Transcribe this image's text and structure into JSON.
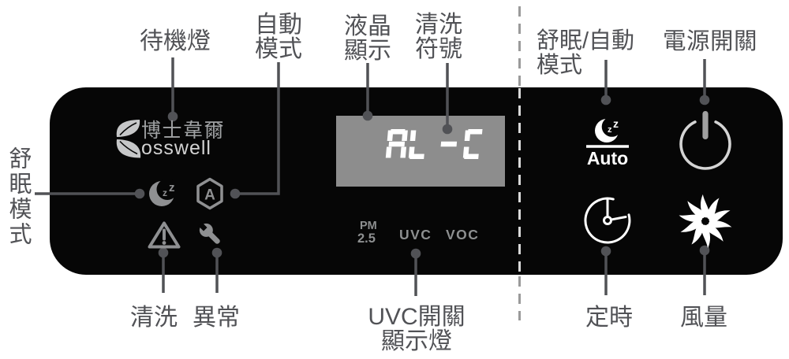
{
  "panel": {
    "brand_cn": "博士韋爾",
    "brand_en": "osswell",
    "display_value": "AL-C",
    "pm_label": "PM",
    "pm_value": "2.5",
    "uvc_label": "UVC",
    "voc_label": "VOC",
    "auto_label": "Auto",
    "auto_icon_letter": "A",
    "sleep_z": "z"
  },
  "callouts": {
    "standby_light": "待機燈",
    "auto_mode_l1": "自動",
    "auto_mode_l2": "模式",
    "lcd_l1": "液晶",
    "lcd_l2": "顯示",
    "clean_symbol_l1": "清洗",
    "clean_symbol_l2": "符號",
    "sleep_auto_l1": "舒眠/自動",
    "sleep_auto_l2": "模式",
    "power_switch": "電源開關",
    "sleep_mode_vertical": "舒眠模式",
    "clean": "清洗",
    "abnormal": "異常",
    "uvc_indicator_l1": "UVC開關",
    "uvc_indicator_l2": "顯示燈",
    "timer": "定時",
    "fan": "風量"
  },
  "icons": {
    "logo": "leaf-b",
    "sleep_mode": "moon-zz",
    "auto_mode": "hexagon-a",
    "abnormal": "warning-triangle",
    "clean": "wrench",
    "sleep_auto_button": "moon-zz-auto",
    "power_button": "power-symbol",
    "timer_button": "clock",
    "fan_button": "fan-blades"
  },
  "colors": {
    "label": "#515256",
    "panel_bg": "#060606",
    "lcd_bg": "#8d8d8d",
    "digit": "#ffffff",
    "icon_gray": "#8f9092",
    "icon_white": "#ffffff",
    "logo_gray": "#c6c7c8",
    "brand_cn": "#9fa1a3",
    "brand_en": "#d2d2d2",
    "indicator_text": "#8d8f90",
    "divider_outer": "#9a9a9a",
    "divider_inner": "#d9d9d9",
    "power_ring": "#d4d4d4",
    "power_bar": "#a0a0a0"
  }
}
